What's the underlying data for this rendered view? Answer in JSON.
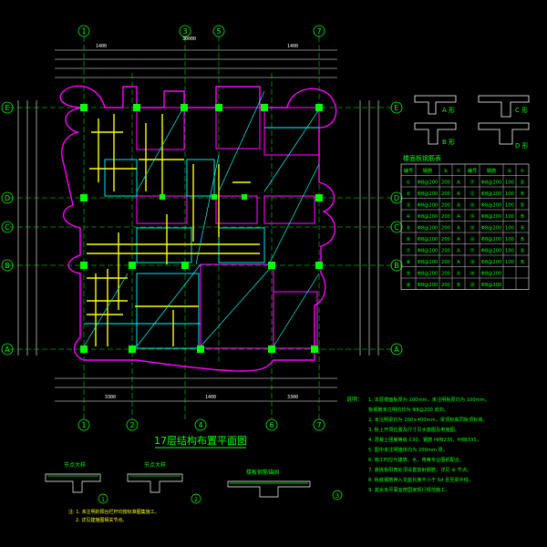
{
  "drawing": {
    "title": "17层结构布置平面图",
    "colors": {
      "background": "#000000",
      "grid": "#00ff00",
      "wall": "#ff00ff",
      "beam": "#ffff00",
      "column": "#00ff00",
      "slab_line": "#00ffff",
      "text": "#00ff00",
      "dim": "#ffffff"
    }
  },
  "axes": {
    "columns": [
      "1",
      "3",
      "5",
      "7"
    ],
    "bottom_columns": [
      "1",
      "2",
      "4",
      "6",
      "7"
    ],
    "rows": [
      "E",
      "D",
      "C",
      "B",
      "A"
    ],
    "top_dims": [
      "1400",
      "30000",
      "1400"
    ],
    "bottom_dims": [
      "3300",
      "1400",
      "3300"
    ]
  },
  "sections": {
    "a_label": "A 形",
    "b_label": "B 形",
    "c_label": "C 形",
    "d_label": "D 形"
  },
  "table": {
    "title": "楼面板钢筋表",
    "headers": [
      "编号",
      "钢筋",
      "b",
      "h",
      "编号",
      "钢筋",
      "b",
      "h"
    ],
    "rows": [
      [
        "①",
        "Φ8@200",
        "200",
        "A",
        "⑪",
        "Φ8@200",
        "100",
        "B"
      ],
      [
        "②",
        "Φ8@200",
        "200",
        "A",
        "⑫",
        "Φ8@200",
        "100",
        "B"
      ],
      [
        "③",
        "Φ8@200",
        "200",
        "A",
        "⑬",
        "Φ8@200",
        "100",
        "B"
      ],
      [
        "④",
        "Φ8@200",
        "200",
        "A",
        "⑭",
        "Φ8@200",
        "100",
        "B"
      ],
      [
        "⑤",
        "Φ8@200",
        "200",
        "A",
        "⑮",
        "Φ8@200",
        "100",
        "B"
      ],
      [
        "⑥",
        "Φ8@200",
        "200",
        "A",
        "⑯",
        "Φ8@200",
        "100",
        "B"
      ],
      [
        "⑦",
        "Φ8@200",
        "200",
        "A",
        "⑰",
        "Φ8@200",
        "100",
        "B"
      ],
      [
        "⑧",
        "Φ8@200",
        "200",
        "A",
        "⑱",
        "Φ8@200",
        "100",
        "B"
      ],
      [
        "⑨",
        "Φ8@200",
        "200",
        "A",
        "⑲",
        "Φ8@200",
        "",
        ""
      ],
      [
        "⑩",
        "Φ8@200",
        "200",
        "B",
        "⑳",
        "Φ8@200",
        "",
        ""
      ]
    ]
  },
  "notes": {
    "heading": "说明：",
    "lines": [
      "1. 本层楼面板厚为 100mm，未注明板厚均为 100mm。",
      "   板钢筋未注明的均为 Φ8@200 双向。",
      "2. 未注明梁均为 200×400mm，梁顶标高同板顶标高。",
      "3. 板上开洞位置及尺寸见水施图及电施图。",
      "4. 混凝土强度等级 C30，钢筋 HPB235、HRB335。",
      "5. 图中未注明墙体均为 200mm 厚。",
      "6. 施工时应与建筑、水、电等专业图纸配合。",
      "7. 悬挑板阳角处须设置放射钢筋，详见 ⑧ 节点。",
      "8. 板底钢筋伸入支座长度不小于 5d 且至梁中线。",
      "9. 其余未尽事宜按国家现行规范施工。"
    ]
  },
  "details": {
    "detail_1_label": "节点大样",
    "detail_2_label": "节点大样",
    "detail_3_label": "楼板钢筋锚固",
    "markers": [
      "1",
      "2",
      "3"
    ],
    "footnote_1": "注: 1. 未注明的阳台栏杆均按标准图集施工。",
    "footnote_2": "2. 详见建施图相关节点。"
  }
}
